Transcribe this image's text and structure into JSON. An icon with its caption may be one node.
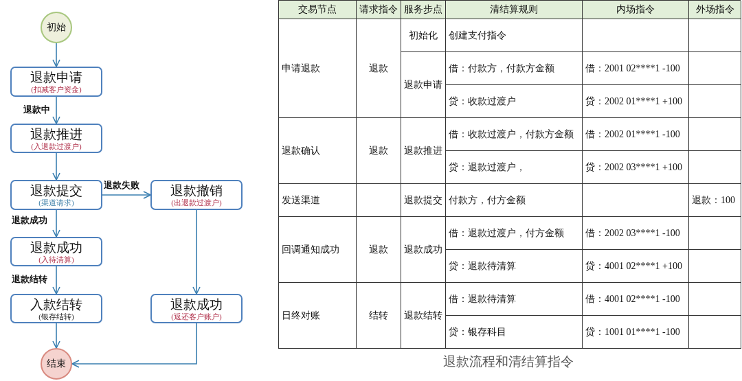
{
  "diagram": {
    "caption": "退款流程和清结算指令",
    "nodes": [
      {
        "text": [
          "初始"
        ]
      },
      {
        "text": [
          "退款申请",
          "(扣减客户资金)"
        ]
      },
      {
        "text": [
          "退款推进",
          "(入退款过渡户)"
        ]
      },
      {
        "text": [
          "退款提交",
          "(渠道请求)"
        ]
      },
      {
        "text": [
          "退款撤销",
          "(出退款过渡户)"
        ]
      },
      {
        "text": [
          "退款成功",
          "(入待清算)"
        ]
      },
      {
        "text": [
          "入款结转",
          "(银存结转)"
        ]
      },
      {
        "text": [
          "退款成功",
          "(返还客户账户)"
        ]
      },
      {
        "text": [
          "结束"
        ]
      }
    ],
    "edges": [
      {
        "from": 0,
        "to": 1,
        "arrow": "to"
      },
      {
        "from": 1,
        "to": 2,
        "arrow": "to",
        "label": "退款中"
      },
      {
        "from": 2,
        "to": 3,
        "arrow": "to"
      },
      {
        "from": 3,
        "to": 4,
        "arrow": "to",
        "label": "退款失败"
      },
      {
        "from": 3,
        "to": 5,
        "arrow": "to",
        "label": "退款成功"
      },
      {
        "from": 5,
        "to": 6,
        "arrow": "to",
        "label": "退款结转"
      },
      {
        "from": 6,
        "to": 8,
        "arrow": "to"
      },
      {
        "from": 4,
        "to": 7,
        "arrow": "to"
      },
      {
        "from": 7,
        "to": 8,
        "arrow": "to"
      }
    ],
    "labels": [
      "交易节点",
      "请求指令",
      "服务步点",
      "清结算规则",
      "内场指令",
      "外场指令",
      "申请退款",
      "退款",
      "初始化",
      "创建支付指令",
      "退款申请",
      "借：付款方，付款方金额",
      "借：2001 02****1 -100",
      "贷：收款过渡户",
      "贷：2002 01****1 +100",
      "退款确认",
      "退款",
      "退款推进",
      "借：收款过渡户，付款方金额",
      "借：2002 01****1 -100",
      "贷：退款过渡户，",
      "贷：2002 03****1 +100",
      "发送渠道",
      "退款提交",
      "付款方，付方金额",
      "退款：100",
      "回调通知成功",
      "退款",
      "退款成功",
      "借：退款过渡户，付方金额",
      "借：2002 03****1 -100",
      "贷：退款待清算",
      "贷：4001 02****1 +100",
      "日终对账",
      "结转",
      "退款结转",
      "借：退款待清算",
      "借：4001 02****1 -100",
      "贷：银存科目",
      "贷：1001 01****1 -100"
    ]
  }
}
